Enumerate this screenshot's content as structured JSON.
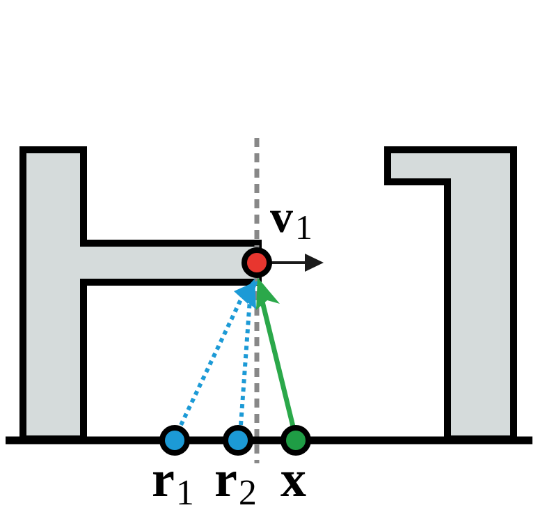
{
  "labels": {
    "v": {
      "main": "v",
      "sub": "1"
    },
    "r1": {
      "main": "r",
      "sub": "1"
    },
    "r2": {
      "main": "r",
      "sub": "2"
    },
    "x": {
      "main": "x"
    }
  },
  "colors": {
    "wall_fill": "#d5dbdb",
    "outline": "#000000",
    "red_point": "#e8362f",
    "blue_point": "#1c9ad6",
    "green_point": "#1f9d45",
    "blue_ray": "#1c9ad6",
    "green_ray": "#2ba84a",
    "symmetry_line": "#888888",
    "velocity_arrow": "#1a1a1a"
  }
}
